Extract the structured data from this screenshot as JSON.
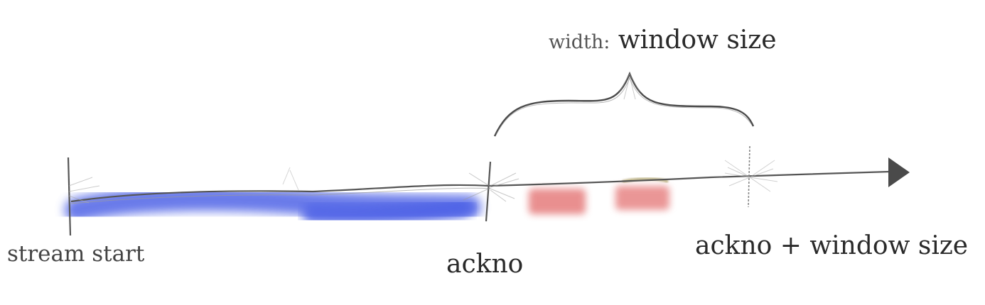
{
  "labels": {
    "stream_start": "stream start",
    "ackno": "ackno",
    "window_end": "ackno + window size",
    "width_prefix": "width:",
    "width_value": "window size"
  },
  "colors": {
    "acknowledged": "#4f63e6",
    "in_window_outstanding": "#e26a6a",
    "axis": "#555555",
    "arrowhead": "#4a4a4a",
    "brace": "#4a4a4a"
  }
}
